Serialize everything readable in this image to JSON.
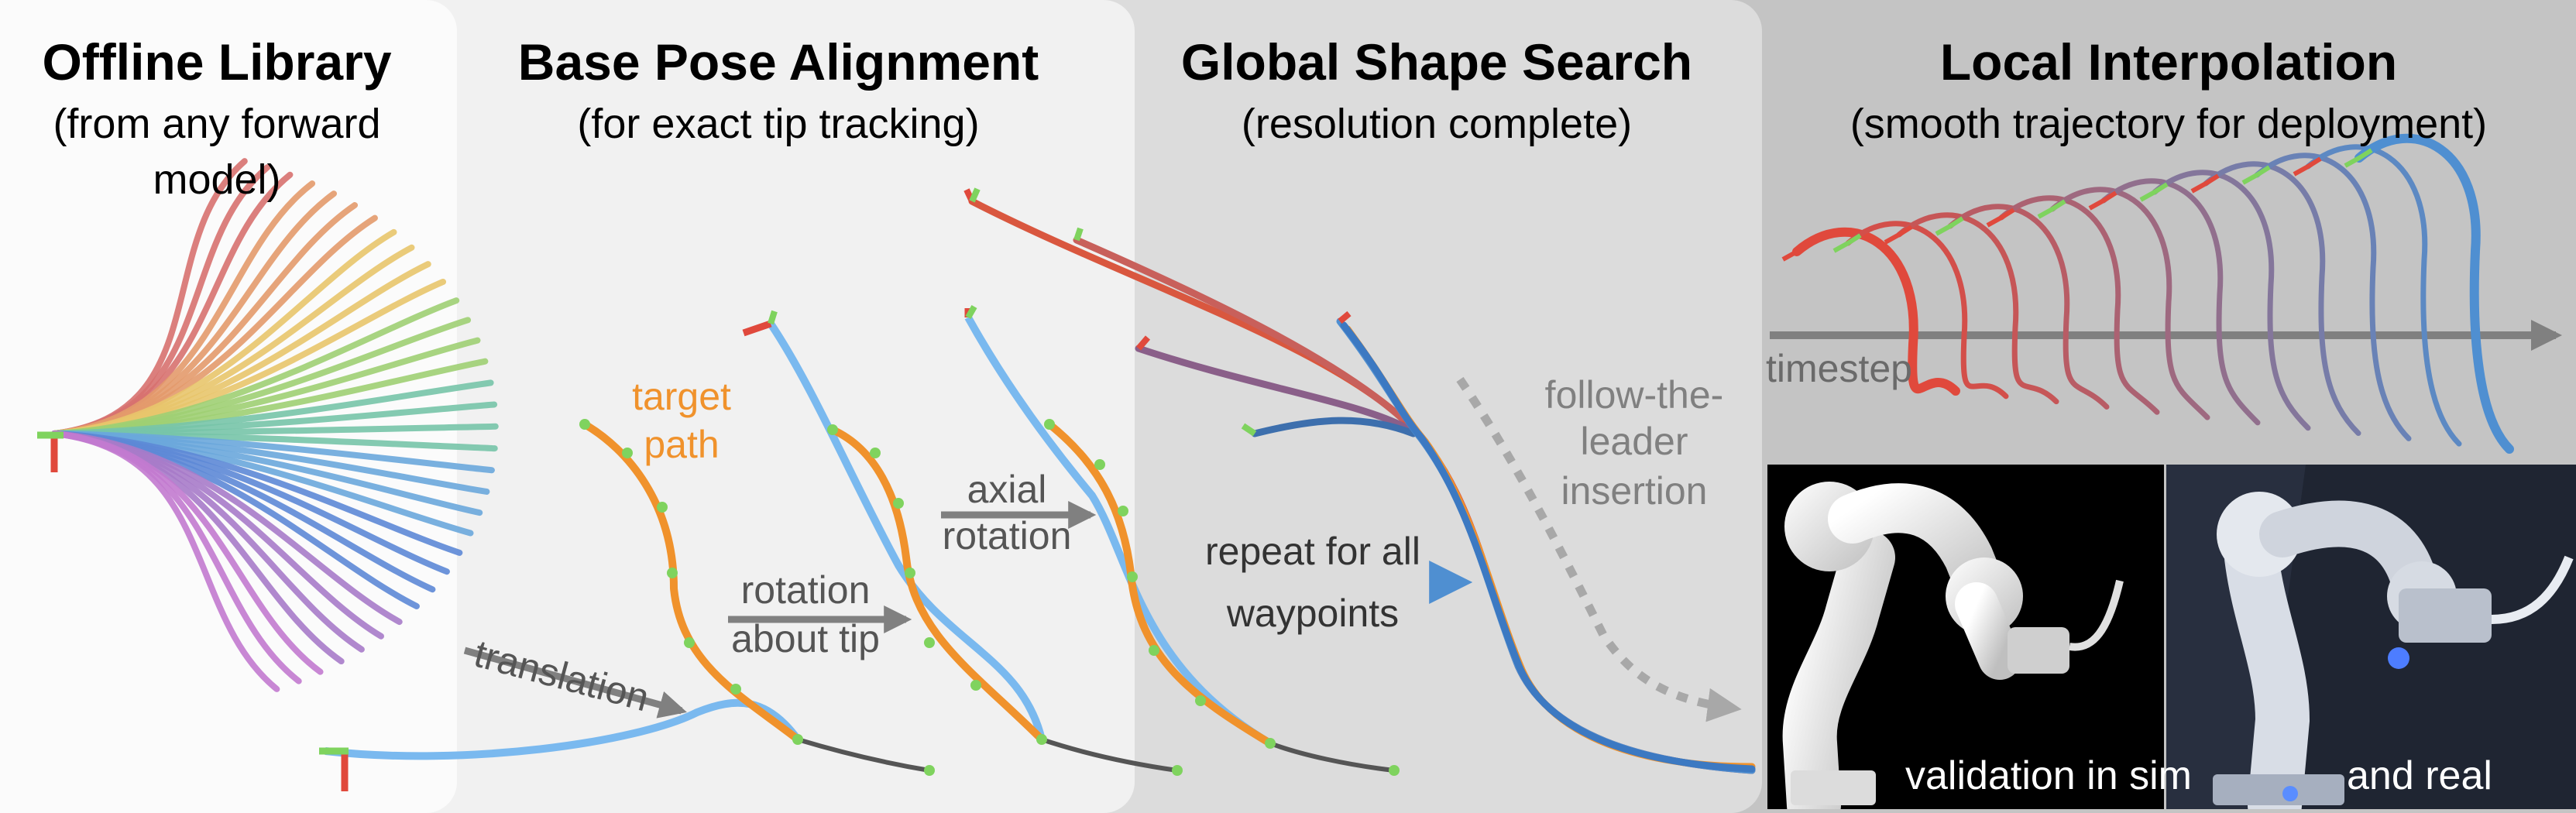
{
  "panels": [
    {
      "title": "Offline Library",
      "subtitle_lines": [
        "(from any forward",
        "model)"
      ]
    },
    {
      "title": "Base Pose Alignment",
      "subtitle_lines": [
        "(for exact tip tracking)"
      ]
    },
    {
      "title": "Global Shape Search",
      "subtitle_lines": [
        "(resolution complete)"
      ]
    },
    {
      "title": "Local Interpolation",
      "subtitle_lines": [
        "(smooth trajectory for deployment)"
      ]
    }
  ],
  "labels": {
    "target_path": [
      "target",
      "path"
    ],
    "translation": "translation",
    "rotation_about_tip": [
      "rotation",
      "about tip"
    ],
    "axial_rotation": [
      "axial",
      "rotation"
    ],
    "repeat_for_all_waypoints": [
      "repeat for all",
      "waypoints"
    ],
    "follow_the_leader": [
      "follow-the-",
      "leader",
      "insertion"
    ],
    "timestep": "timestep",
    "validation_in_sim": "validation in sim",
    "and_real": "and real"
  },
  "colors": {
    "panel1_bg": "#fbfbfb",
    "panel2_bg": "#f1f1f1",
    "panel3_bg": "#dcdcdc",
    "panel4_bg": "#c4c4c4",
    "target_path_orange": "#f0922c",
    "robot_blue": "#7ab9ef",
    "arrow_gray": "#808080",
    "red": "#e0493c",
    "deep_blue": "#4f8fd1",
    "waypoint_green": "#7fd35e"
  }
}
